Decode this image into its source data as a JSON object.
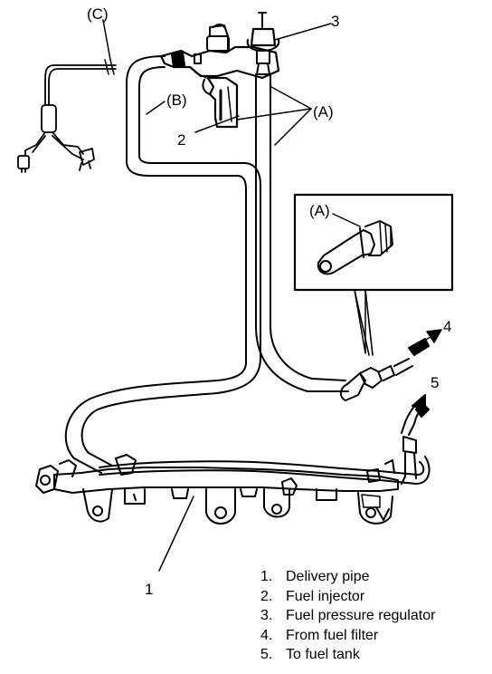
{
  "callouts": {
    "c": "(C)",
    "b": "(B)",
    "a_top": "(A)",
    "a_inset": "(A)",
    "n1": "1",
    "n2": "2",
    "n3": "3",
    "n4": "4",
    "n5": "5"
  },
  "legend": [
    {
      "num": "1.",
      "text": "Delivery pipe"
    },
    {
      "num": "2.",
      "text": "Fuel injector"
    },
    {
      "num": "3.",
      "text": "Fuel pressure regulator"
    },
    {
      "num": "4.",
      "text": "From fuel filter"
    },
    {
      "num": "5.",
      "text": "To fuel tank"
    }
  ]
}
